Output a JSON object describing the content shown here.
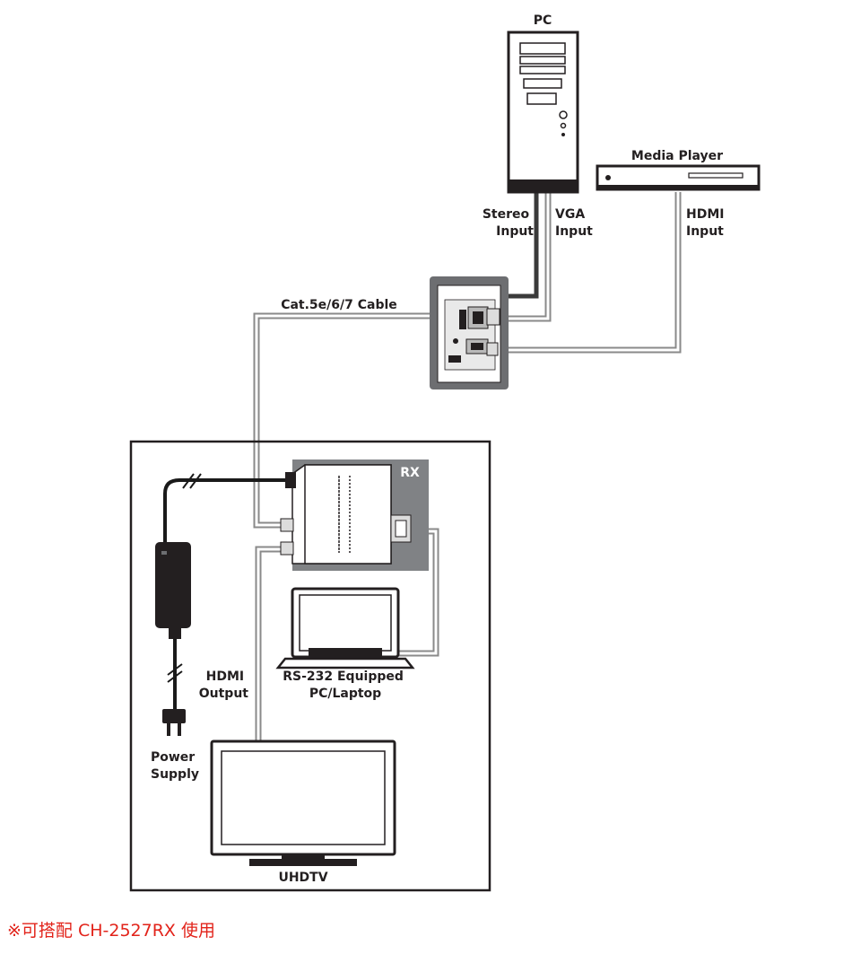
{
  "labels": {
    "pc": "PC",
    "media_player": "Media Player",
    "stereo_input": [
      "Stereo",
      "Input"
    ],
    "vga_input": [
      "VGA",
      "Input"
    ],
    "hdmi_input": [
      "HDMI",
      "Input"
    ],
    "cat_cable": "Cat.5e/6/7 Cable",
    "rx": "RX",
    "hdmi_output": [
      "HDMI",
      "Output"
    ],
    "rs232": [
      "RS-232 Equipped",
      "PC/Laptop"
    ],
    "power_supply": [
      "Power",
      "Supply"
    ],
    "uhdtv": "UHDTV"
  },
  "footnote": "※可搭配 CH-2527RX 使用"
}
